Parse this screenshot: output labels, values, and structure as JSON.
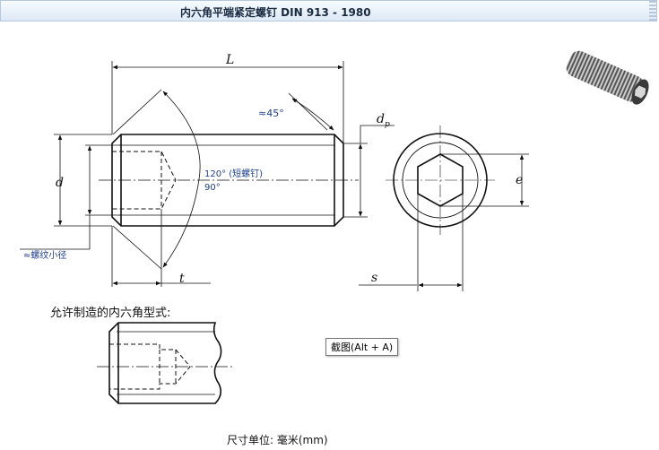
{
  "header": {
    "title": "内六角平端紧定螺钉 DIN 913 - 1980"
  },
  "drawing": {
    "labels": {
      "length": "L",
      "diameter": "d",
      "point_diameter": "d",
      "point_diameter_sub": "p",
      "socket_depth": "t",
      "socket_width": "s",
      "hex_corner": "e",
      "angle_45": "≈45°",
      "angle_120": "120° (短螺钉)",
      "angle_90": "90°",
      "thread_minor": "≈螺纹小径"
    },
    "variants_caption": "允许制造的内六角型式:"
  },
  "tooltip": {
    "text": "截图(Alt + A)"
  },
  "footer": {
    "unit_label": "尺寸单位: ",
    "unit_value": "毫米(mm)"
  },
  "colors": {
    "line": "#111111",
    "annotation": "#1f3f8c",
    "header_bg": "#dde9f6"
  }
}
